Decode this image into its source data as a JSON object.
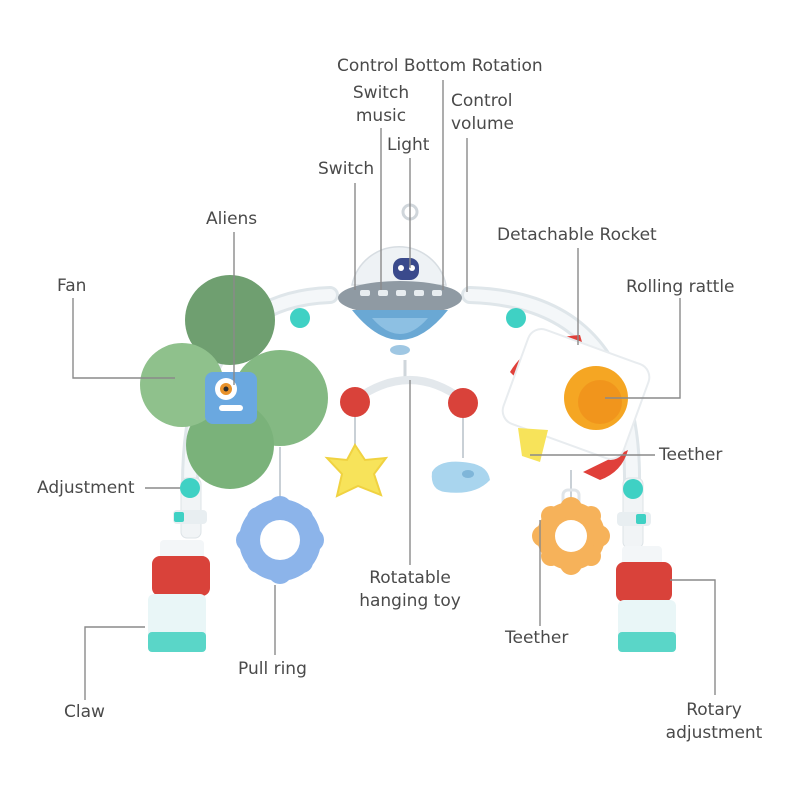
{
  "labels": {
    "control_bottom_rotation": "Control Bottom Rotation",
    "switch_music_1": "Switch",
    "switch_music_2": "music",
    "control_volume_1": "Control",
    "control_volume_2": "volume",
    "light": "Light",
    "switch": "Switch",
    "aliens": "Aliens",
    "detachable_rocket": "Detachable Rocket",
    "fan": "Fan",
    "rolling_rattle": "Rolling rattle",
    "adjustment": "Adjustment",
    "teether_right": "Teether",
    "rotatable_1": "Rotatable",
    "rotatable_2": "hanging toy",
    "teether_bottom": "Teether",
    "pull_ring": "Pull ring",
    "claw": "Claw",
    "rotary_1": "Rotary",
    "rotary_2": "adjustment"
  },
  "colors": {
    "text": "#4a4a4a",
    "leader": "#8a8a8a",
    "arch": "#eef3f6",
    "teal": "#3fd1c4",
    "fan_green": "#7ab27a",
    "ufo_grey": "#8f9aa3",
    "ufo_blue": "#6aa8d4",
    "rocket_red": "#e0403a",
    "rattle_orange": "#f5a623",
    "star_yellow": "#f7e35a",
    "flower_blue": "#8cb4ea",
    "flower_orange": "#f6b25a",
    "ball_red": "#d9423a"
  }
}
